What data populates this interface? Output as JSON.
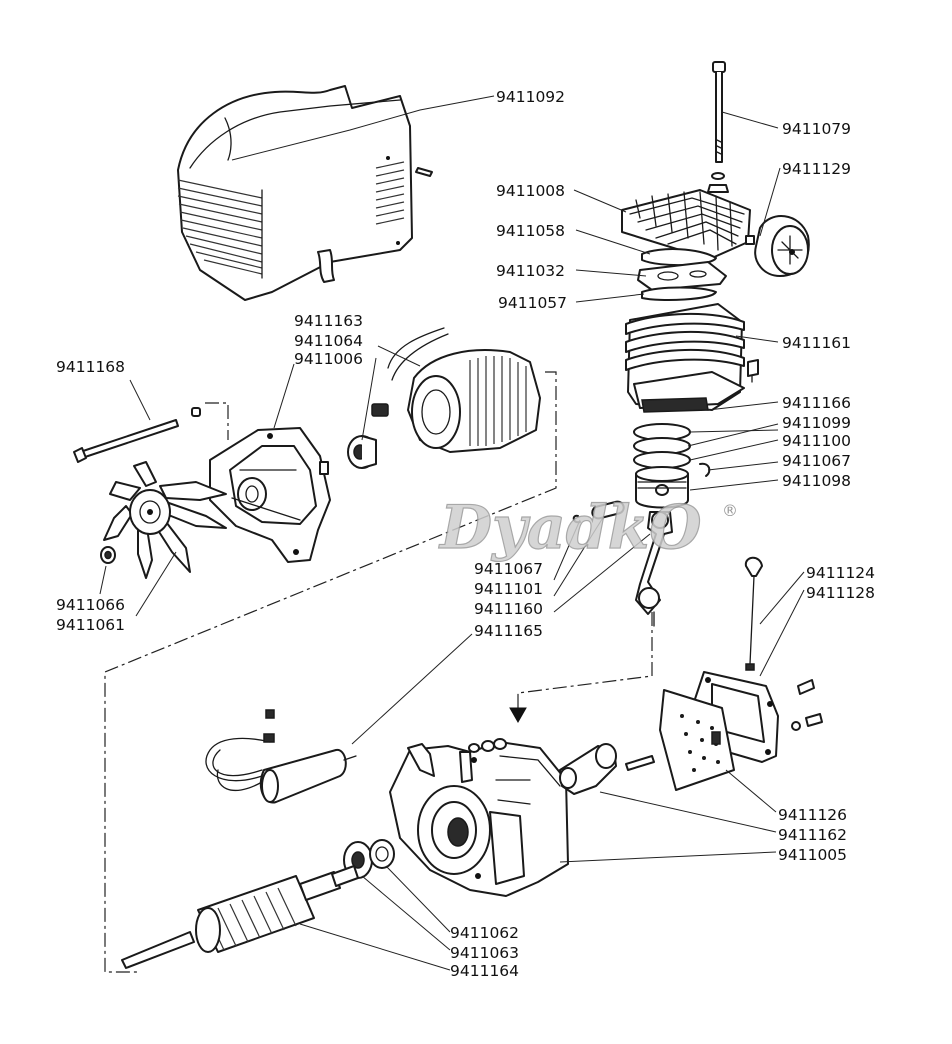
{
  "watermark": {
    "brand": "DyadkO",
    "registered": "®"
  },
  "part_numbers": {
    "p9411092": "9411092",
    "p9411079": "9411079",
    "p9411129": "9411129",
    "p9411008": "9411008",
    "p9411058": "9411058",
    "p9411032": "9411032",
    "p9411057": "9411057",
    "p9411163": "9411163",
    "p9411064": "9411064",
    "p9411006": "9411006",
    "p9411168": "9411168",
    "p9411161": "9411161",
    "p9411166": "9411166",
    "p9411099": "9411099",
    "p9411100": "9411100",
    "p9411067a": "9411067",
    "p9411098": "9411098",
    "p9411067b": "9411067",
    "p9411101": "9411101",
    "p9411160": "9411160",
    "p9411165": "9411165",
    "p9411066": "9411066",
    "p9411061": "9411061",
    "p9411124": "9411124",
    "p9411128": "9411128",
    "p9411126": "9411126",
    "p9411162": "9411162",
    "p9411005": "9411005",
    "p9411062": "9411062",
    "p9411063": "9411063",
    "p9411164": "9411164"
  }
}
